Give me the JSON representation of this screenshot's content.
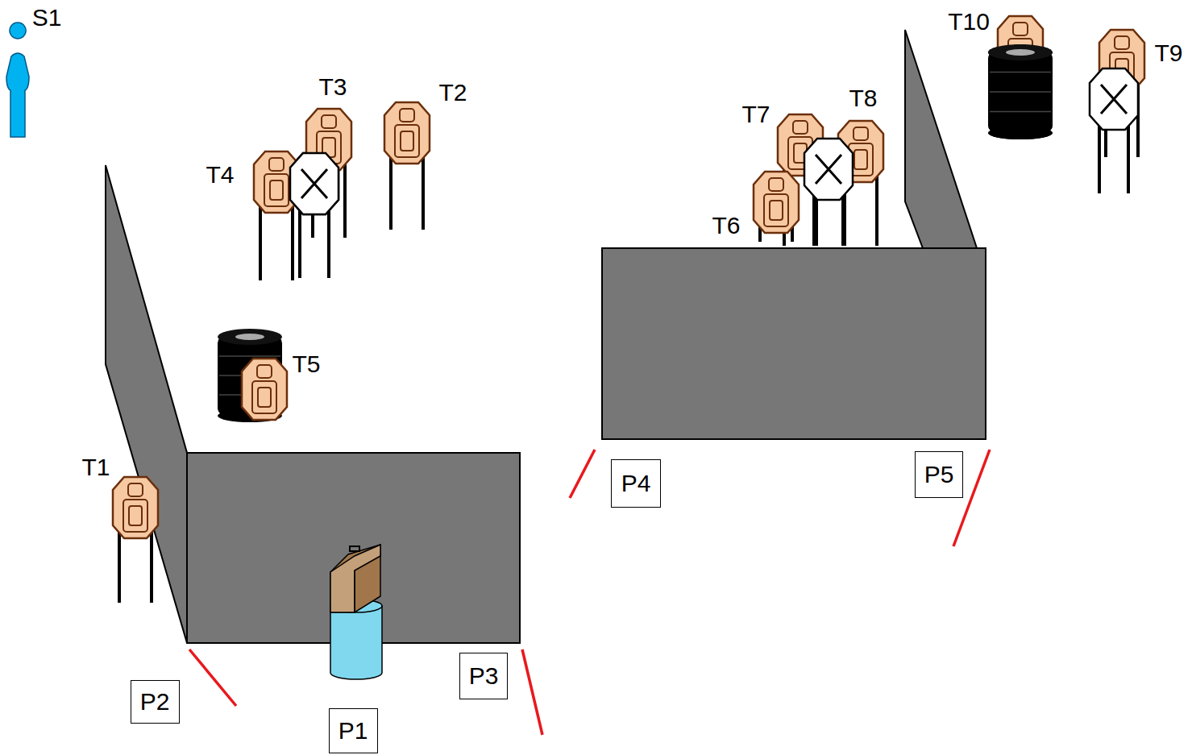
{
  "diagram": {
    "nodes": [
      {
        "text": [
          "P4"
        ]
      },
      {
        "text": [
          "P5"
        ]
      },
      {
        "text": [
          "P2"
        ]
      },
      {
        "text": [
          "P3"
        ]
      },
      {
        "text": [
          "P1"
        ]
      }
    ],
    "labels": [
      "S1",
      "T10",
      "T9",
      "T3",
      "T2",
      "T8",
      "T7",
      "T4",
      "T6",
      "T5",
      "T1"
    ]
  }
}
